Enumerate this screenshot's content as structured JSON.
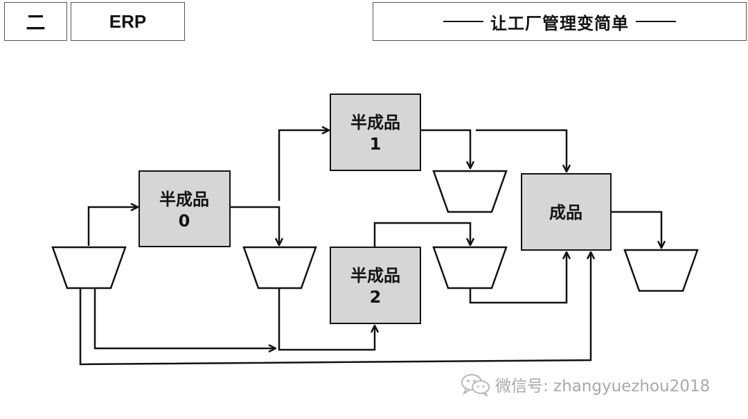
{
  "header": {
    "section_number": "二",
    "section_title": "ERP",
    "slogan": "让工厂管理变简单"
  },
  "nodes": [
    {
      "id": "semi0",
      "line1": "半成品",
      "line2": "0"
    },
    {
      "id": "semi1",
      "line1": "半成品",
      "line2": "1"
    },
    {
      "id": "semi2",
      "line1": "半成品",
      "line2": "2"
    },
    {
      "id": "final",
      "line1": "成品",
      "line2": ""
    }
  ],
  "watermark": {
    "icon": "wechat-icon",
    "text": "微信号: zhangyuezhou2018"
  },
  "colors": {
    "node_fill": "#d6d6d6",
    "stroke": "#111111",
    "watermark": "#a8a8a8"
  }
}
